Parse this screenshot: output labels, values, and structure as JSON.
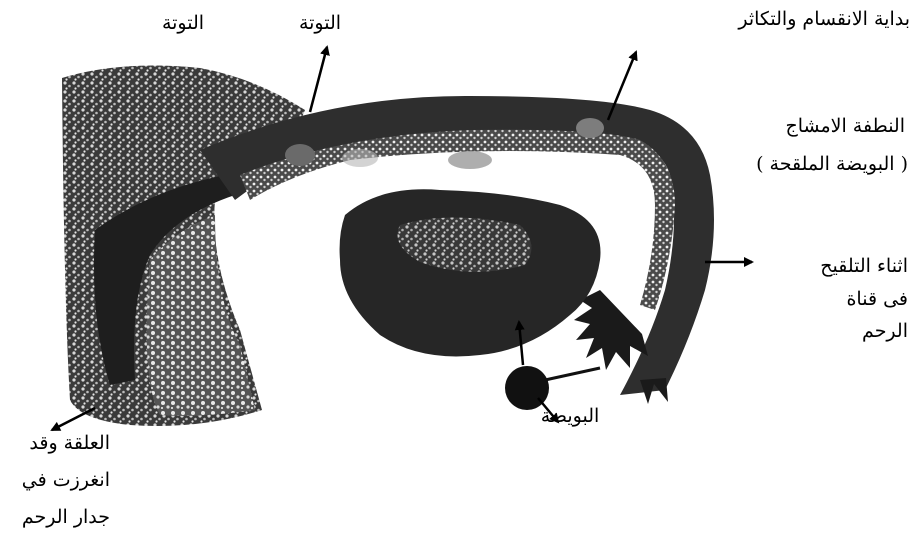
{
  "labels": {
    "twt_left": "التوتة",
    "twt_right": "التوتة",
    "division_start": "بداية الانقسام والتكاثر",
    "nutfa_line1": "النطفة الامشاج",
    "nutfa_line2": "( البويضة الملقحة )",
    "fert_line1": "اثناء التلقيح",
    "fert_line2": "فى قناة",
    "fert_line3": "الرحم",
    "ovum": "البويضة",
    "alaqa_line1": "العلقة وقد",
    "alaqa_line2": "انغرزت في",
    "alaqa_line3": "جدار الرحم"
  }
}
